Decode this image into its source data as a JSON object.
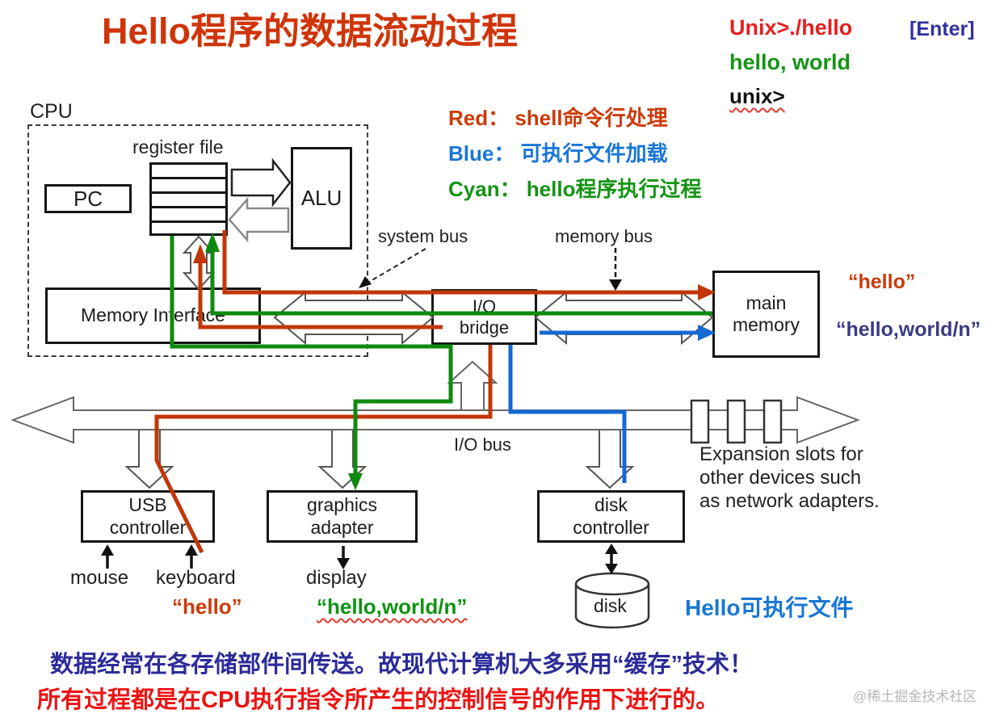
{
  "title": "Hello程序的数据流动过程",
  "console": {
    "cmd": "Unix>./hello",
    "enter": "[Enter]",
    "output": "hello, world",
    "prompt": "unix>"
  },
  "legend": {
    "red": "Red： shell命令行处理",
    "blue": "Blue： 可执行文件加载",
    "cyan": "Cyan： hello程序执行过程"
  },
  "cpu": {
    "label": "CPU",
    "register_file": "register file",
    "pc": "PC",
    "alu": "ALU",
    "memory_interface": "Memory Interface"
  },
  "buses": {
    "system_bus": "system bus",
    "memory_bus": "memory bus",
    "io_bus": "I/O bus",
    "io_bridge": [
      "I/O",
      "bridge"
    ]
  },
  "memory": {
    "name": [
      "main",
      "memory"
    ],
    "hello": "“hello”",
    "hello_world": "“hello,world/n”"
  },
  "devices": {
    "usb": [
      "USB",
      "controller"
    ],
    "graphics": [
      "graphics",
      "adapter"
    ],
    "disk_controller": [
      "disk",
      "controller"
    ],
    "mouse": "mouse",
    "keyboard": "keyboard",
    "display": "display",
    "disk": "disk",
    "hello": "“hello”",
    "hello_world": "“hello,world/n”",
    "hello_exe": "Hello可执行文件",
    "expansion": [
      "Expansion slots for",
      "other devices such",
      "as network adapters."
    ]
  },
  "footer": {
    "line1": "数据经常在各存储部件间传送。故现代计算机大多采用“缓存”技术！",
    "line2": "所有过程都是在CPU执行指令所产生的控制信号的作用下进行的。",
    "watermark": "@稀土掘金技术社区"
  },
  "colors": {
    "title": "#cf3509",
    "flow_red": "#c23708",
    "flow_green": "#0e8a0e",
    "flow_blue": "#1569d3",
    "console_red": "#e62020",
    "console_green": "#149414",
    "navy": "#30309e",
    "legend_blue": "#1877d6",
    "footer_blue": "#2b2b99",
    "footer_red": "#ec1313"
  }
}
